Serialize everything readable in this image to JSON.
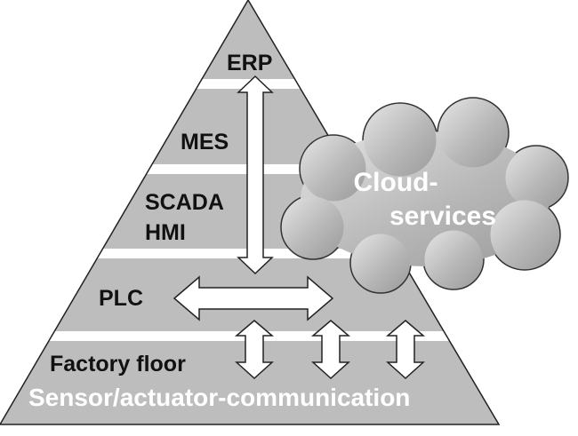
{
  "diagram": {
    "layers": [
      {
        "id": "erp",
        "label": "ERP"
      },
      {
        "id": "mes",
        "label": "MES"
      },
      {
        "id": "scada",
        "label_lines": [
          "SCADA",
          "HMI"
        ]
      },
      {
        "id": "plc",
        "label": "PLC"
      },
      {
        "id": "field",
        "label": "Factory floor",
        "sublabel": "Sensor/actuator-communication"
      }
    ],
    "cloud": {
      "label_lines": [
        "Cloud-",
        "services"
      ]
    },
    "colors": {
      "pyramid_fill": "#bdbdbd",
      "separator": "#ffffff",
      "outline": "#222222",
      "arrow_fill": "#ffffff",
      "cloud_fill_light": "#e5e5e5",
      "cloud_fill_dark": "#9a9a9a",
      "dark_text": "#111111",
      "light_text": "#ffffff"
    }
  }
}
